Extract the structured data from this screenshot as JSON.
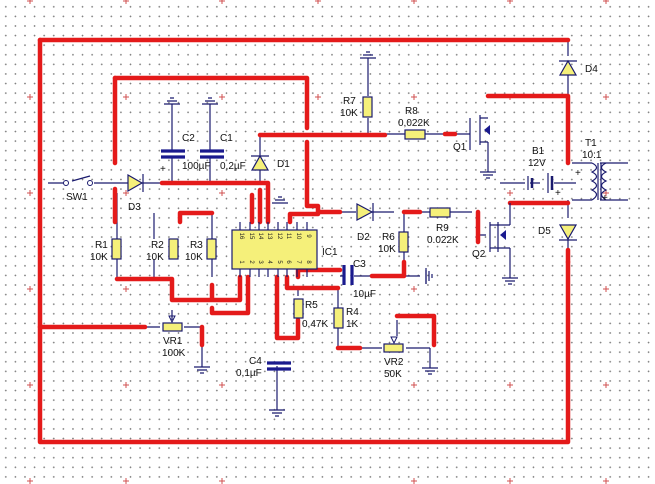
{
  "schematic": {
    "components": {
      "SW1": {
        "ref": "SW1",
        "value": ""
      },
      "D1": {
        "ref": "D1",
        "value": ""
      },
      "D2": {
        "ref": "D2",
        "value": ""
      },
      "D3": {
        "ref": "D3",
        "value": ""
      },
      "D4": {
        "ref": "D4",
        "value": ""
      },
      "D5": {
        "ref": "D5",
        "value": ""
      },
      "C1": {
        "ref": "C1",
        "value": "0,2µF"
      },
      "C2": {
        "ref": "C2",
        "value": "100µF",
        "polarity": "+"
      },
      "C3": {
        "ref": "C3",
        "value": "10µF"
      },
      "C4": {
        "ref": "C4",
        "value": "0,1µF"
      },
      "R1": {
        "ref": "R1",
        "value": "10K"
      },
      "R2": {
        "ref": "R2",
        "value": "10K"
      },
      "R3": {
        "ref": "R3",
        "value": "10K"
      },
      "R4": {
        "ref": "R4",
        "value": "1K"
      },
      "R5": {
        "ref": "R5",
        "value": "0,47K"
      },
      "R6": {
        "ref": "R6",
        "value": "10K"
      },
      "R7": {
        "ref": "R7",
        "value": "10K"
      },
      "R8": {
        "ref": "R8",
        "value": "0,022K"
      },
      "R9": {
        "ref": "R9",
        "value": "0.022K"
      },
      "VR1": {
        "ref": "VR1",
        "value": "100K"
      },
      "VR2": {
        "ref": "VR2",
        "value": "50K"
      },
      "Q1": {
        "ref": "Q1",
        "value": ""
      },
      "Q2": {
        "ref": "Q2",
        "value": ""
      },
      "B1": {
        "ref": "B1",
        "value": "12V",
        "polarity": "+"
      },
      "T1": {
        "ref": "T1",
        "value": "10:1",
        "polarity": "+"
      },
      "IC1": {
        "ref": "IC1",
        "top_pins": [
          "16",
          "15",
          "14",
          "13",
          "12",
          "11",
          "10",
          "9"
        ],
        "bottom_pins": [
          "1",
          "2",
          "3",
          "4",
          "5",
          "6",
          "7",
          "8"
        ]
      }
    },
    "colors": {
      "trace": "#e41a1a",
      "wire": "#1a1a6e",
      "part_fill": "#f5f07a",
      "grid": "#7a7a7a"
    }
  }
}
